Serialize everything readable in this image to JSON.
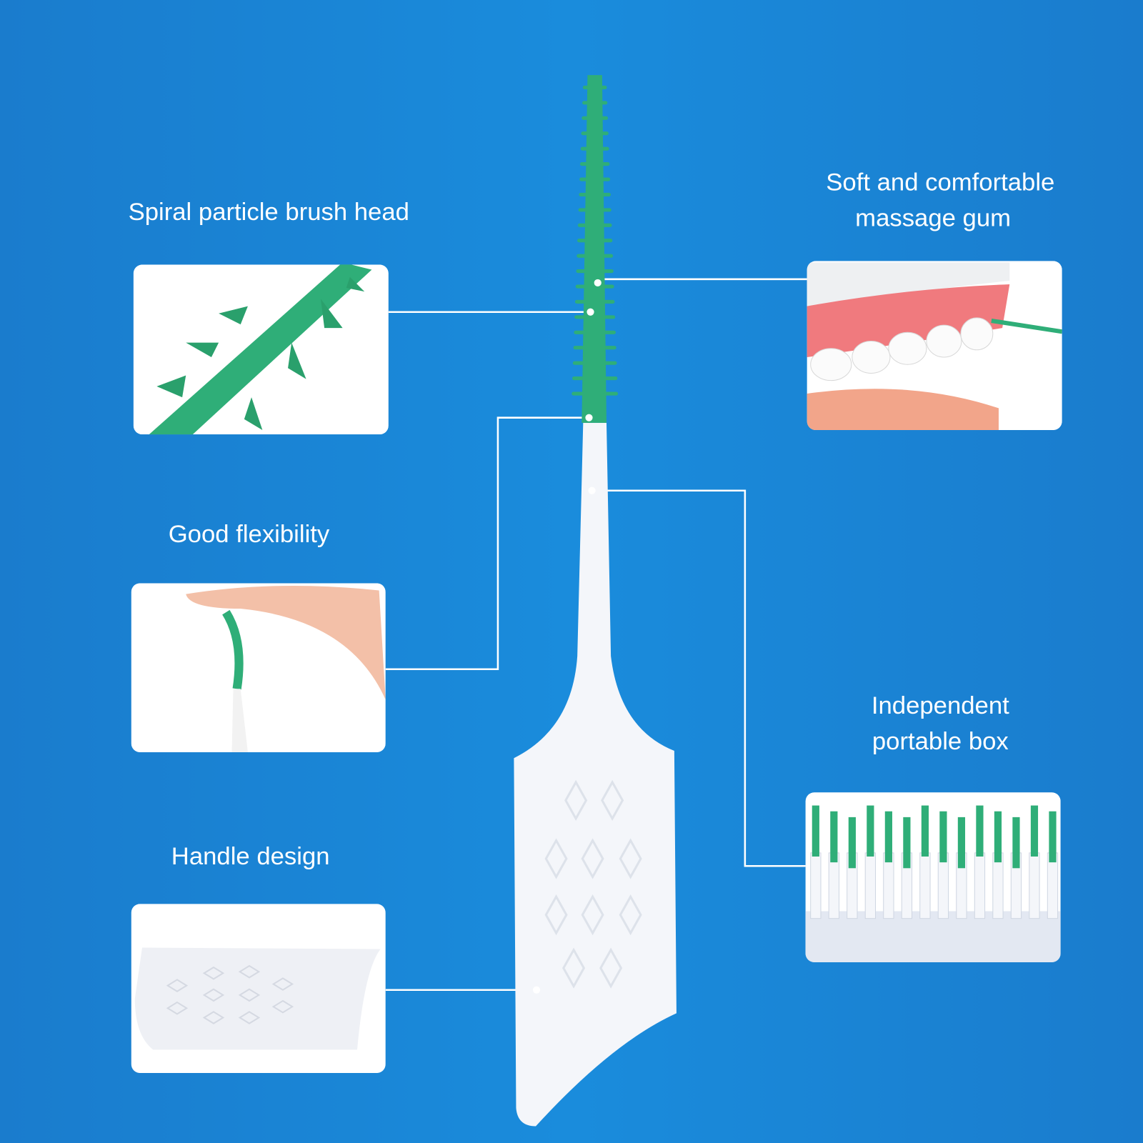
{
  "features": {
    "brush_head": {
      "label": "Spiral particle brush head"
    },
    "massage_gum": {
      "label_line1": "Soft and comfortable",
      "label_line2": "massage gum"
    },
    "flexibility": {
      "label": "Good flexibility"
    },
    "handle": {
      "label": "Handle design"
    },
    "box": {
      "label_line1": "Independent",
      "label_line2": "portable box"
    }
  },
  "colors": {
    "background": "#1a80d2",
    "background_center": "#1a8cdc",
    "bristle_green": "#2fae78",
    "white": "#ffffff",
    "gum_pink": "#f07a7e"
  }
}
